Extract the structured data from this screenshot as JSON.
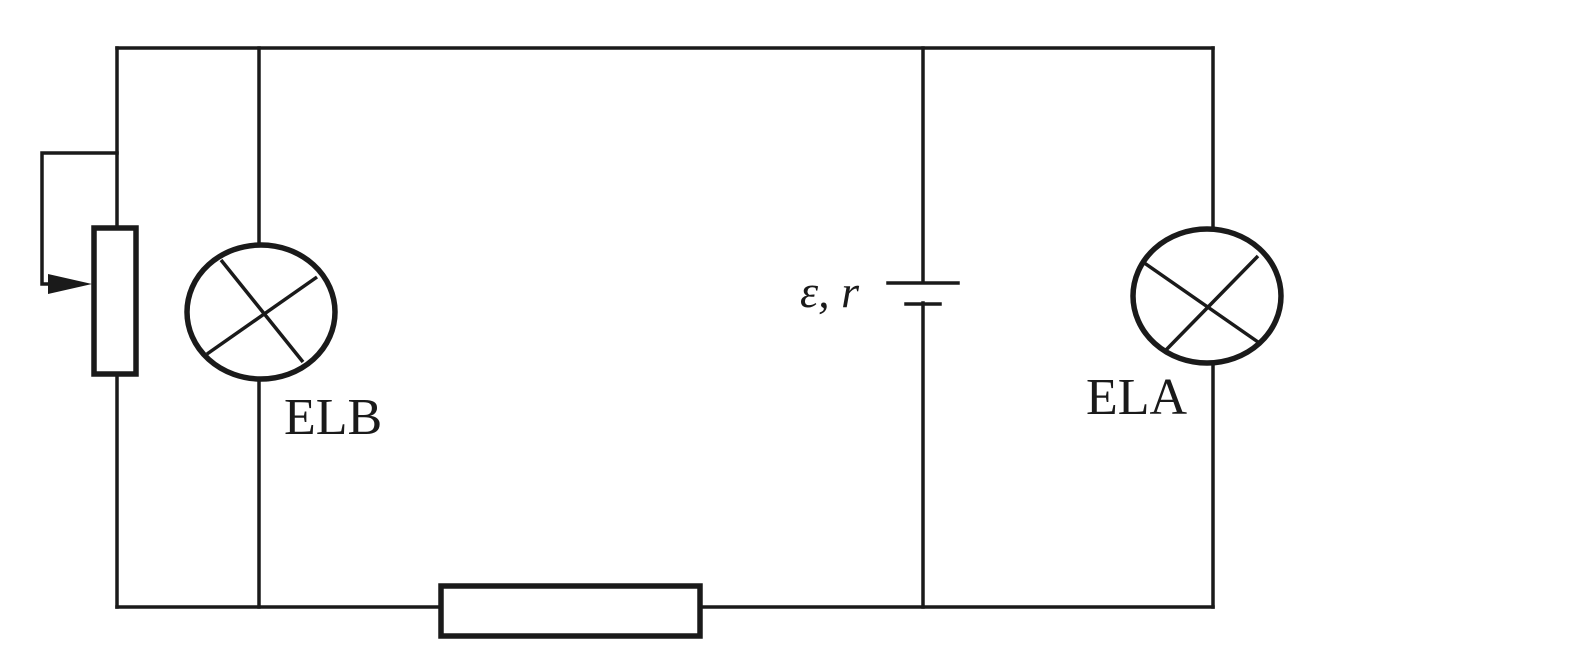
{
  "components": {
    "lamp_b": {
      "label": "ELB"
    },
    "lamp_a": {
      "label": "ELA"
    },
    "battery": {
      "label": "ε, r"
    }
  }
}
